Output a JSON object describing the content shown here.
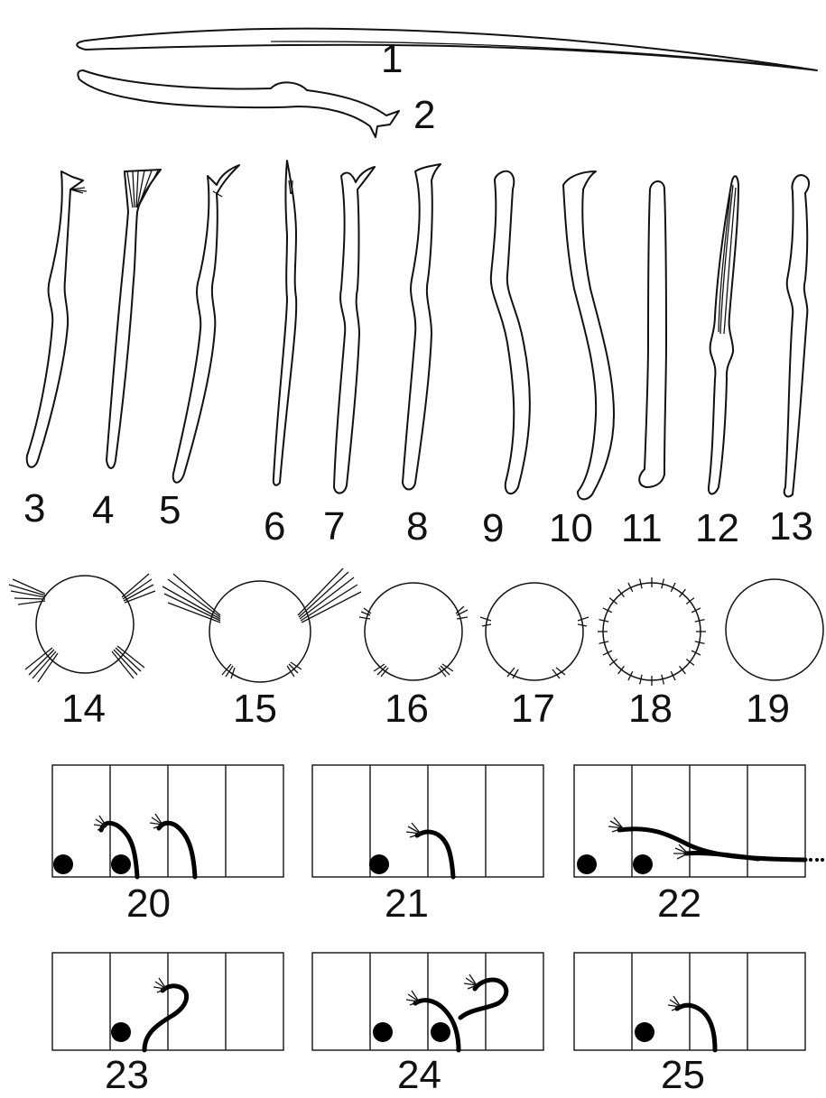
{
  "figure_labels": {
    "l1": "1",
    "l2": "2",
    "l3": "3",
    "l4": "4",
    "l5": "5",
    "l6": "6",
    "l7": "7",
    "l8": "8",
    "l9": "9",
    "l10": "10",
    "l11": "11",
    "l12": "12",
    "l13": "13",
    "l14": "14",
    "l15": "15",
    "l16": "16",
    "l17": "17",
    "l18": "18",
    "l19": "19",
    "l20": "20",
    "l21": "21",
    "l22": "22",
    "l23": "23",
    "l24": "24",
    "l25": "25"
  }
}
